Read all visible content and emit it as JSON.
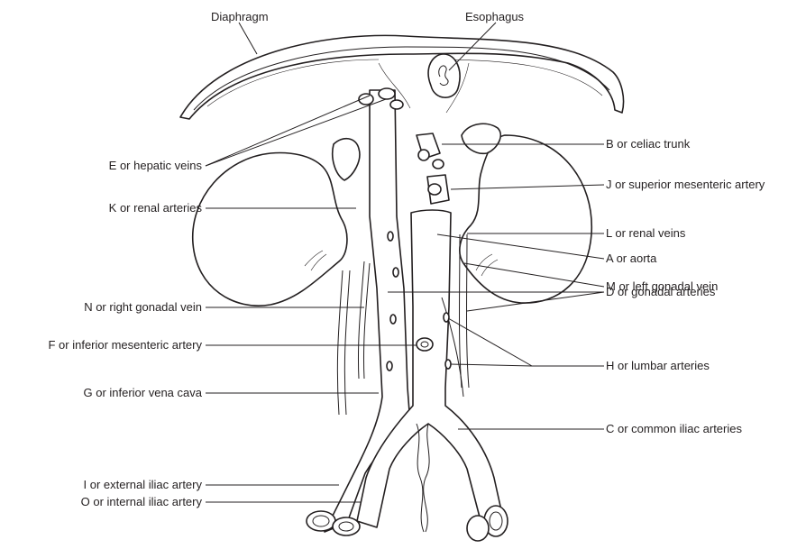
{
  "labels": {
    "diaphragm": "Diaphragm",
    "esophagus": "Esophagus",
    "celiac": "B or celiac trunk",
    "hepatic": "E or hepatic veins",
    "sma": "J or superior mesenteric artery",
    "renal_arteries": "K or renal arteries",
    "renal_veins": "L or renal veins",
    "aorta": "A or aorta",
    "left_gonadal": "M or left gonadal vein",
    "gonadal_arteries": "D or gonadal arteries",
    "right_gonadal": "N or right gonadal vein",
    "ima": "F or inferior mesenteric artery",
    "lumbar": "H or lumbar arteries",
    "ivc": "G or inferior vena cava",
    "common_iliac": "C or common iliac arteries",
    "external_iliac": "I or external iliac artery",
    "internal_iliac": "O or internal iliac artery"
  }
}
